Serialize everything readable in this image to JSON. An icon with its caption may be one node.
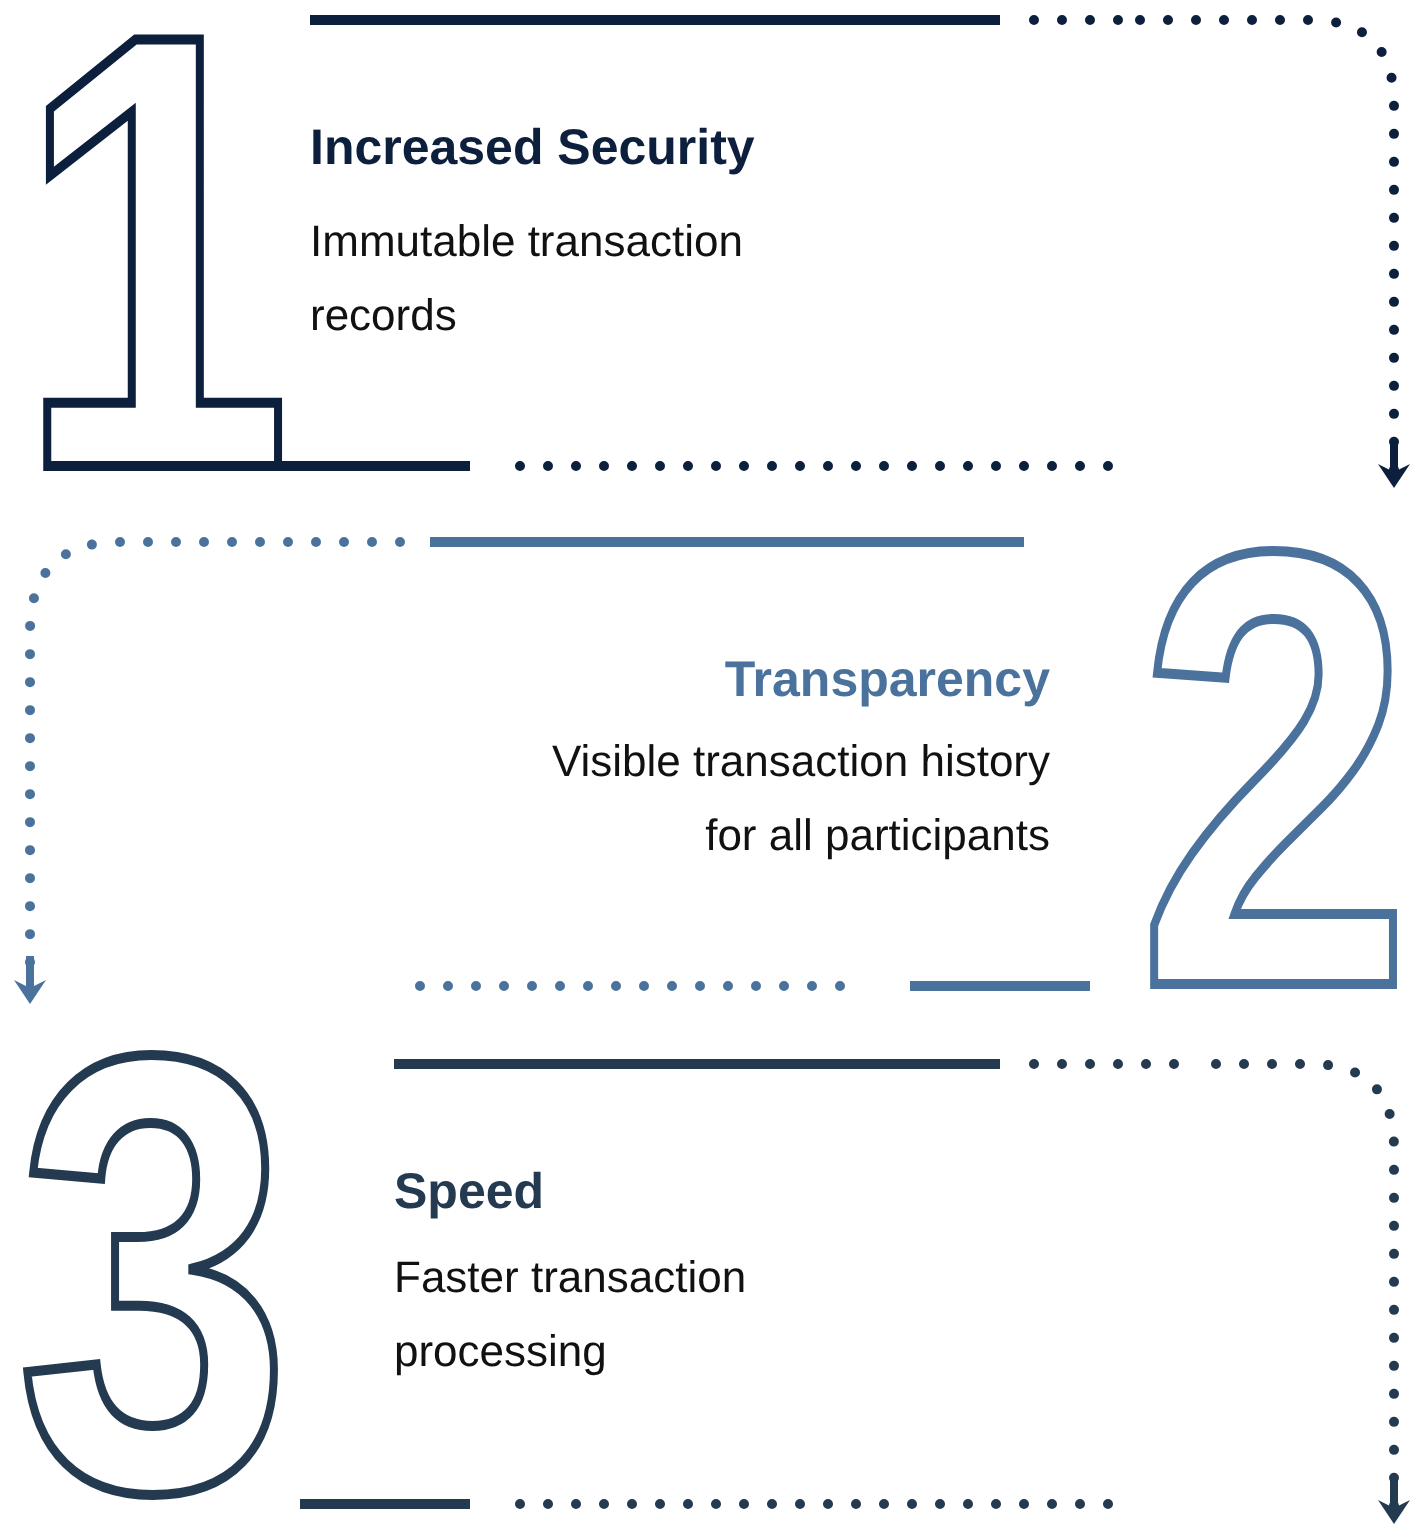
{
  "diagram": {
    "nodes": [
      {
        "text": [
          "1",
          "Increased Security",
          "Immutable transaction records"
        ]
      },
      {
        "text": [
          "Transparency",
          "Visible transaction history for all participants",
          "2"
        ]
      },
      {
        "text": [
          "3",
          "Speed",
          "Faster transaction processing"
        ]
      }
    ],
    "edges": [
      {
        "from": 0,
        "to": 1,
        "arrow": "to",
        "style": "dashed",
        "color": "#0c1f3d"
      },
      {
        "from": 1,
        "to": 2,
        "arrow": "to",
        "style": "dashed",
        "color": "#4a729c"
      },
      {
        "from": 2,
        "to": null,
        "arrow": "to",
        "style": "dashed",
        "color": "#243a50"
      }
    ]
  }
}
